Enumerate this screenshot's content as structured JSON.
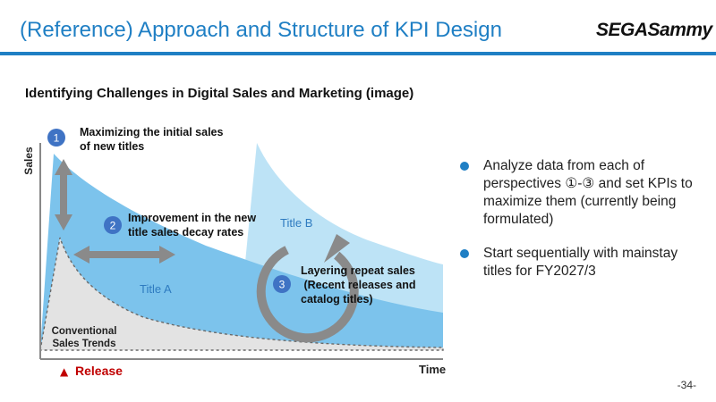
{
  "header": {
    "title": "(Reference) Approach and Structure of KPI Design",
    "logo_text": "SEGASammy"
  },
  "subtitle": "Identifying Challenges in Digital Sales and Marketing (image)",
  "diagram": {
    "y_axis_label": "Sales",
    "x_axis_label": "Time",
    "release_label": "Release",
    "release_marker": "▲",
    "series_title_a": "Title A",
    "series_title_b": "Title B",
    "conventional_label_line1": "Conventional",
    "conventional_label_line2": "Sales Trends",
    "points": [
      {
        "number": "1",
        "line1": "Maximizing the initial sales",
        "line2": "of new titles"
      },
      {
        "number": "2",
        "line1": "Improvement in the new",
        "line2": "title sales decay rates"
      },
      {
        "number": "3",
        "line1": "Layering repeat sales",
        "line2": " (Recent releases and",
        "line3": "catalog titles)"
      }
    ],
    "colors": {
      "title_a": "#7cc3ec",
      "title_b": "#bde3f6",
      "conventional": "#e3e3e3",
      "badge": "#3f73c4",
      "arrow": "#8a8a8a",
      "release": "#c00000"
    }
  },
  "bullets": [
    "Analyze data from each of perspectives ①-③ and set KPIs to maximize them  (currently being formulated)",
    "Start sequentially with mainstay titles for FY2027/3"
  ],
  "page_number": "-34-"
}
